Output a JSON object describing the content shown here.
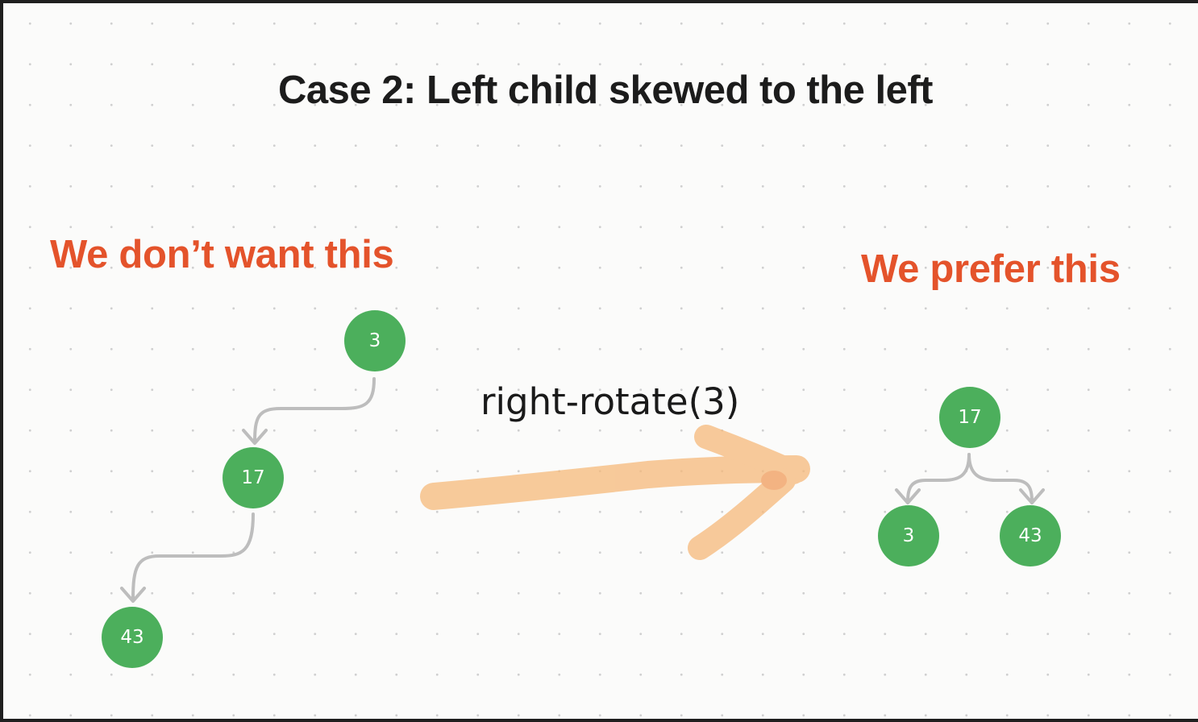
{
  "title": "Case 2: Left child skewed to the left",
  "left_panel": {
    "label": "We don’t want this",
    "nodes": [
      "3",
      "17",
      "43"
    ]
  },
  "operation": {
    "label": "right-rotate(3)"
  },
  "right_panel": {
    "label": "We prefer this",
    "root": "17",
    "left_child": "3",
    "right_child": "43"
  },
  "colors": {
    "node_fill": "#4caf5c",
    "accent_label": "#e4532b",
    "edge": "#bdbdbd",
    "arrow_highlight": "#f6b97a"
  }
}
